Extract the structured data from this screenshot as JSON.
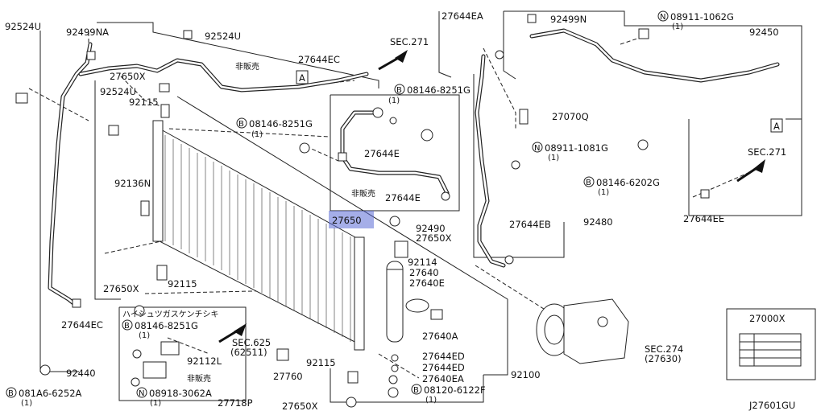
{
  "diagram": {
    "labels": {
      "l92524u_a": "92524U",
      "l92499na": "92499NA",
      "l92524u_b": "92524U",
      "sec271_a": "SEC.271",
      "l27644ec_a": "27644EC",
      "hihanbai_a": "非販売",
      "boxA_a": "A",
      "l27650x_a": "27650X",
      "l92524u_c": "92524U",
      "l92115_a": "92115",
      "b08146_a": "08146-8251G",
      "b08146_a_q": "(1)",
      "b08146_b": "08146-8251G",
      "b08146_b_q": "(1)",
      "l27644e_a": "27644E",
      "hihanbai_b": "非販売",
      "l27644e_b": "27644E",
      "l27644ea": "27644EA",
      "l92499n": "92499N",
      "n08911_a": "08911-1062G",
      "n08911_a_q": "(1)",
      "l92450": "92450",
      "l27070q": "27070Q",
      "boxA_b": "A",
      "n08911_b": "08911-1081G",
      "n08911_b_q": "(1)",
      "b08146_c": "08146-6202G",
      "b08146_c_q": "(1)",
      "sec271_b": "SEC.271",
      "l27644ee": "27644EE",
      "l92136n": "92136N",
      "l27650": "27650",
      "l92490": "92490",
      "l27650x_b": "27650X",
      "l27644eb": "27644EB",
      "l92480": "92480",
      "l92114": "92114",
      "l27640": "27640",
      "l27640e": "27640E",
      "l92115_b": "92115",
      "l27650x_c": "27650X",
      "l27644ec_b": "27644EC",
      "hose_kit_title": "ハイシュツガスケンチシキ",
      "b08146_d": "08146-8251G",
      "b08146_d_q": "(1)",
      "sec625": "SEC.625",
      "sec625_sub": "(62511)",
      "l27640a": "27640A",
      "l92440": "92440",
      "l92112l": "92112L",
      "hihanbai_c": "非販売",
      "n08918": "08918-3062A",
      "n08918_q": "(1)",
      "l27718p": "27718P",
      "l27760": "27760",
      "l92115_c": "92115",
      "l27644ed_a": "27644ED",
      "l27644ed_b": "27644ED",
      "l27640ea": "27640EA",
      "b08120": "08120-6122F",
      "b08120_q": "(1)",
      "l92100": "92100",
      "sec274": "SEC.274",
      "sec274_sub": "(27630)",
      "b081a6": "081A6-6252A",
      "b081a6_q": "(1)",
      "l27650x_d": "27650X",
      "l27000x": "27000X",
      "footer_code": "J27601GU",
      "marker_b": "B",
      "marker_n": "N"
    }
  }
}
